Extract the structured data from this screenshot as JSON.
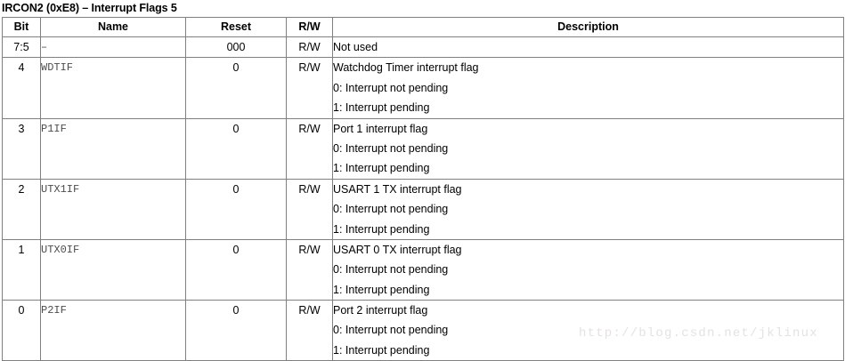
{
  "page": {
    "title": "IRCON2 (0xE8) – Interrupt Flags 5",
    "watermark": "http://blog.csdn.net/jklinux",
    "border_color": "#808080",
    "name_text_color": "#4d4d4d",
    "watermark_color": "#e4e2e2"
  },
  "table": {
    "headers": {
      "bit": "Bit",
      "name": "Name",
      "reset": "Reset",
      "rw": "R/W",
      "description": "Description"
    },
    "rows": [
      {
        "bit": "7:5",
        "name": "–",
        "reset": "000",
        "rw": "R/W",
        "description": [
          "Not used"
        ]
      },
      {
        "bit": "4",
        "name": "WDTIF",
        "reset": "0",
        "rw": "R/W",
        "description": [
          "Watchdog Timer interrupt flag",
          "0: Interrupt not pending",
          "1: Interrupt pending"
        ]
      },
      {
        "bit": "3",
        "name": "P1IF",
        "reset": "0",
        "rw": "R/W",
        "description": [
          "Port 1 interrupt flag",
          "0: Interrupt not pending",
          "1: Interrupt pending"
        ]
      },
      {
        "bit": "2",
        "name": "UTX1IF",
        "reset": "0",
        "rw": "R/W",
        "description": [
          "USART 1 TX interrupt flag",
          "0: Interrupt not pending",
          "1: Interrupt pending"
        ]
      },
      {
        "bit": "1",
        "name": "UTX0IF",
        "reset": "0",
        "rw": "R/W",
        "description": [
          "USART 0 TX interrupt flag",
          "0: Interrupt not pending",
          "1: Interrupt pending"
        ]
      },
      {
        "bit": "0",
        "name": "P2IF",
        "reset": "0",
        "rw": "R/W",
        "description": [
          "Port 2 interrupt flag",
          "0: Interrupt not pending",
          "1: Interrupt pending"
        ]
      }
    ]
  }
}
